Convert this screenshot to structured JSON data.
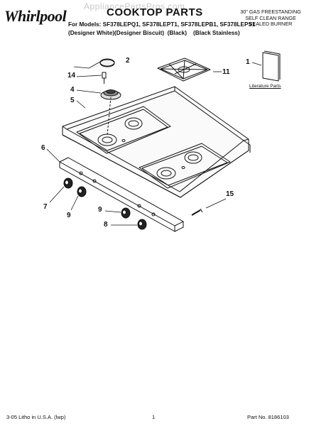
{
  "header": {
    "watermark": "AppliancePartsPros.com",
    "brand": "Whirlpool",
    "title": "COOKTOP PARTS",
    "models_line1": "For Models: SF378LEPQ1, SF378LEPT1, SF378LEPB1, SF378LEPS1",
    "models_line2": "(Designer White)(Designer Biscuit)  (Black)    (Black Stainless)",
    "right_line1": "30\" GAS FREESTANDING",
    "right_line2": "SELF CLEAN RANGE",
    "right_line3": "SEALED BURNER"
  },
  "callouts": {
    "c1": "1",
    "c2": "2",
    "c4": "4",
    "c5": "5",
    "c6": "6",
    "c7": "7",
    "c8": "8",
    "c9a": "9",
    "c9b": "9",
    "c11": "11",
    "c14": "14",
    "c15": "15"
  },
  "literature_label": "Literature Parts",
  "footer": {
    "left": "3-05 Litho in U.S.A. (lwp)",
    "page": "1",
    "part_no": "Part No. 8186103"
  }
}
